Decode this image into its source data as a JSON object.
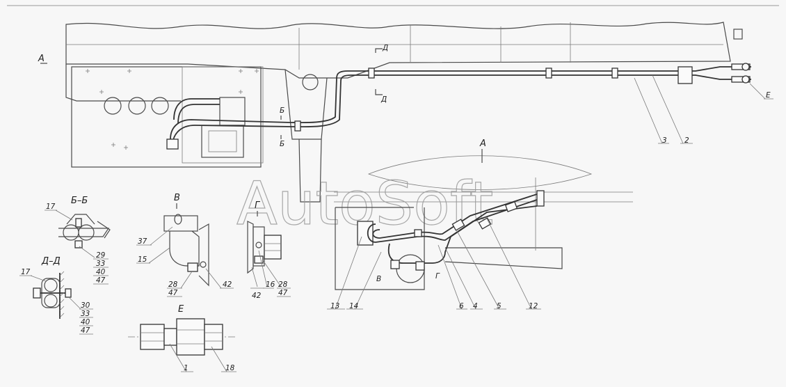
{
  "watermark": "AutoSoft",
  "view_labels": {
    "view_a_main": "A",
    "view_a_detail": "A",
    "section_bb": "Б–Б",
    "section_dd": "Д–Д",
    "view_v": "В",
    "view_g": "Г",
    "view_e": "Е"
  },
  "section_marks": {
    "d_top": "Д",
    "d_bottom": "Д",
    "b_top": "Б",
    "b_bottom": "Б",
    "e_tag": "Е",
    "v_tag": "В",
    "g_tag": "Г"
  },
  "callouts": {
    "c3": "3",
    "c2": "2",
    "c17a": "17",
    "c29": "29",
    "c33a": "33",
    "c40a": "40",
    "c47a": "47",
    "c17b": "17",
    "c30": "30",
    "c33b": "33",
    "c40b": "40",
    "c47b": "47",
    "c37": "37",
    "c15": "15",
    "c28a": "28",
    "c47c": "47",
    "c42a": "42",
    "c42b": "42",
    "c16": "16",
    "c28b": "28",
    "c47d": "47",
    "c1": "1",
    "c18": "18",
    "c13": "13",
    "c14": "14",
    "c6": "6",
    "c4": "4",
    "c5": "5",
    "c12": "12"
  }
}
